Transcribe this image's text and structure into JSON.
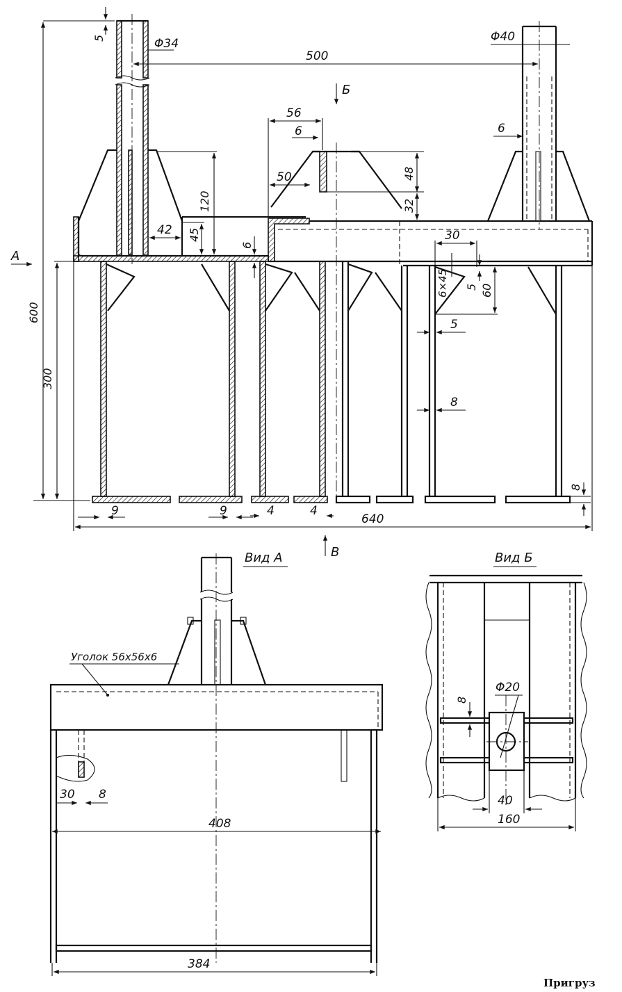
{
  "caption": "Пригруз",
  "views": {
    "view_a": "Вид А",
    "view_b": "Вид Б"
  },
  "section_marks": {
    "arrow_a": "А",
    "arrow_b": "Б",
    "arrow_v": "В"
  },
  "notes": {
    "angle_profile": "Уголок 56х56х6"
  },
  "main_dimensions": {
    "d_wall_top": "5",
    "d_tube_left": "Φ34",
    "d_tube_right": "Φ40",
    "d_span": "500",
    "d_56": "56",
    "d_6a": "6",
    "d_6b": "6",
    "d_6c": "6",
    "d_50": "50",
    "d_48": "48",
    "d_32": "32",
    "d_120": "120",
    "d_42": "42",
    "d_45": "45",
    "d_30": "30",
    "d_6x45": "6×45",
    "d_5a": "5",
    "d_5b": "5",
    "d_60": "60",
    "d_8": "8",
    "d_8b": "8",
    "d_600": "600",
    "d_300": "300",
    "d_9a": "9",
    "d_9b": "9",
    "d_4a": "4",
    "d_4b": "4",
    "d_640": "640"
  },
  "view_a_dimensions": {
    "d_30": "30",
    "d_8": "8",
    "d_408": "408",
    "d_384": "384"
  },
  "view_b_dimensions": {
    "d_phi20": "Φ20",
    "d_8": "8",
    "d_40": "40",
    "d_160": "160"
  }
}
